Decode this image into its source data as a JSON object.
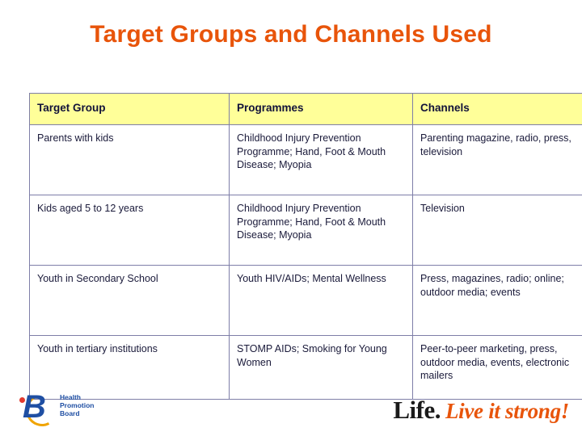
{
  "slide": {
    "title": "Target Groups and Channels Used",
    "title_color": "#E8540A",
    "header_bg_color": "#FFFF99"
  },
  "table": {
    "headers": [
      "Target Group",
      "Programmes",
      "Channels"
    ],
    "rows": [
      {
        "target_group": "Parents with kids",
        "programmes": "Childhood Injury Prevention Programme; Hand, Foot & Mouth Disease; Myopia",
        "channels": "Parenting magazine, radio, press, television"
      },
      {
        "target_group": "Kids aged 5 to 12 years",
        "programmes": "Childhood Injury Prevention Programme; Hand, Foot & Mouth Disease; Myopia",
        "channels": "Television"
      },
      {
        "target_group": "Youth in Secondary School",
        "programmes": "Youth HIV/AIDs; Mental Wellness",
        "channels": "Press, magazines, radio; online; outdoor media; events"
      },
      {
        "target_group": "Youth in tertiary institutions",
        "programmes": "STOMP AIDs; Smoking for Young Women",
        "channels": "Peer-to-peer marketing, press, outdoor media, events, electronic mailers"
      }
    ]
  },
  "logos": {
    "hpb": {
      "line1": "Health",
      "line2": "Promotion",
      "line3": "Board"
    },
    "life": {
      "word": "Life.",
      "tagline": "Live it strong!"
    }
  }
}
